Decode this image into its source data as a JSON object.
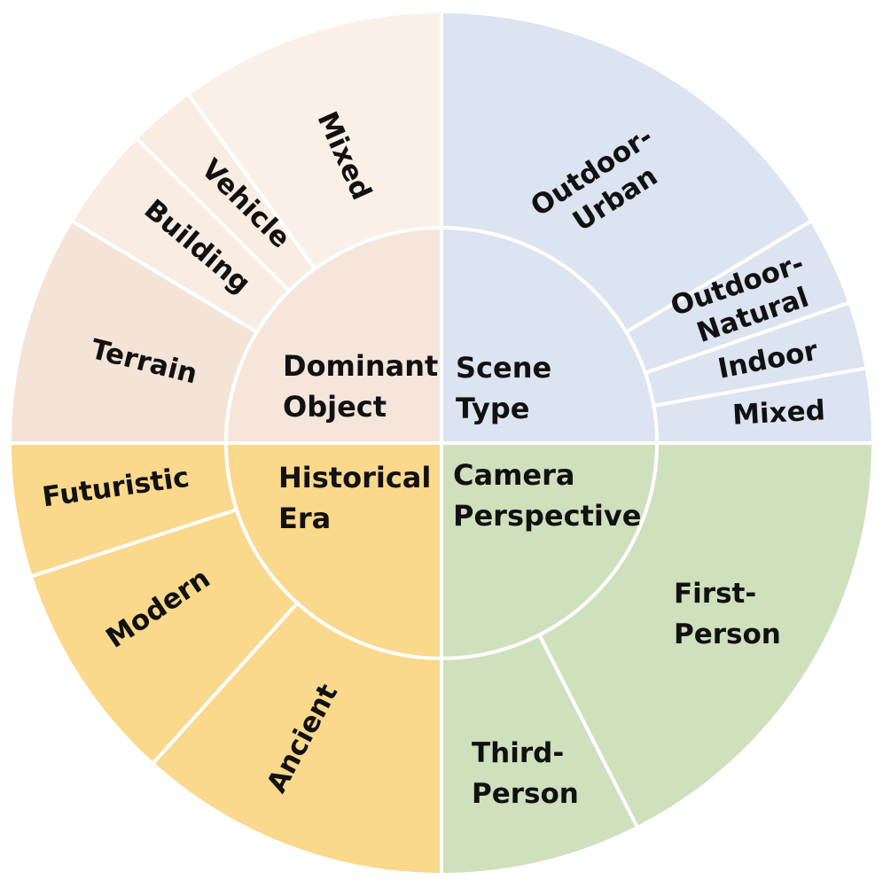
{
  "colors": {
    "dominant_object_inner": "#F5E5DA",
    "dominant_object_outer_light": "#FAF0E7",
    "dominant_object_outer_mid": "#F8ECE3",
    "dominant_object_outer_dark": "#F4E3D7",
    "scene_type_inner": "#DCE3F1",
    "scene_type_outer": "#DCE3F1",
    "historical_era_inner": "#FAD88C",
    "historical_era_outer": "#FAD88C",
    "camera_perspective_inner": "#CFE0BD",
    "camera_perspective_outer": "#CFE0BD",
    "separator": "#FFFFFF"
  },
  "centers": {
    "dominant_object": [
      "Dominant",
      "Object"
    ],
    "scene_type": [
      "Scene",
      "Type"
    ],
    "historical_era": [
      "Historical",
      "Era"
    ],
    "camera_perspective": [
      "Camera",
      "Perspective"
    ]
  },
  "segments": {
    "dominant_object": {
      "mixed": [
        "Mixed"
      ],
      "vehicle": [
        "Vehicle"
      ],
      "building": [
        "Building"
      ],
      "terrain": [
        "Terrain"
      ]
    },
    "scene_type": {
      "outdoor_urban": [
        "Outdoor-",
        "Urban"
      ],
      "outdoor_natural": [
        "Outdoor-",
        "Natural"
      ],
      "indoor": [
        "Indoor"
      ],
      "mixed": [
        "Mixed"
      ]
    },
    "camera_perspective": {
      "first_person": [
        "First-",
        "Person"
      ],
      "third_person": [
        "Third-",
        "Person"
      ]
    },
    "historical_era": {
      "ancient": [
        "Ancient"
      ],
      "modern": [
        "Modern"
      ],
      "futuristic": [
        "Futuristic"
      ]
    }
  }
}
